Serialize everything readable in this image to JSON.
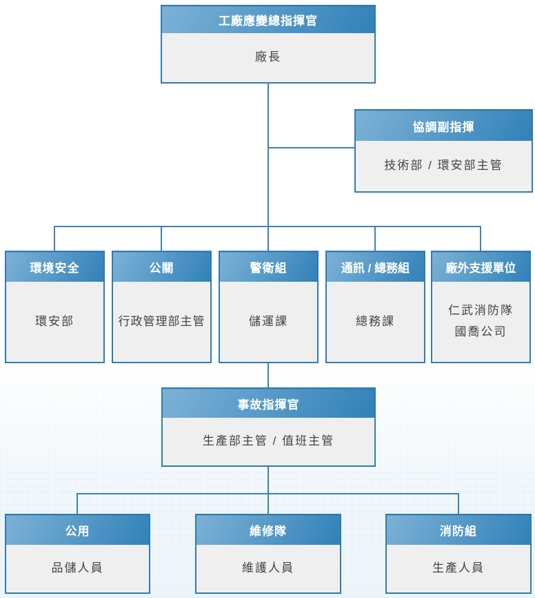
{
  "colors": {
    "line_blue": "#3a82b7",
    "box_border_blue": "#2e7cb2",
    "header_gradient_start": "#7db1d6",
    "header_gradient_end": "#3181b9",
    "header_text": "#ffffff",
    "body_background": "#efefef",
    "body_text": "#444444",
    "page_background_top": "#ffffff",
    "page_background_bottom": "#eef5f9"
  },
  "org_chart": {
    "nodes": {
      "commander": {
        "title": "工廠應變總指揮官",
        "subtitle": "廠長"
      },
      "deputy": {
        "title": "協調副指揮",
        "subtitle": "技術部 / 環安部主管"
      },
      "env_safety": {
        "title": "環境安全",
        "subtitle": "環安部"
      },
      "public_relations": {
        "title": "公關",
        "subtitle": "行政管理部主管"
      },
      "guard": {
        "title": "警衛組",
        "subtitle": "儲運課"
      },
      "comms_general": {
        "title": "通訊 / 總務組",
        "subtitle": "總務課"
      },
      "external_support": {
        "title": "廠外支援單位",
        "subtitle_line1": "仁武消防隊",
        "subtitle_line2": "國喬公司"
      },
      "incident_commander": {
        "title": "事故指揮官",
        "subtitle": "生產部主管 / 值班主管"
      },
      "utility": {
        "title": "公用",
        "subtitle": "品儲人員"
      },
      "maintenance": {
        "title": "維修隊",
        "subtitle": "維護人員"
      },
      "fire": {
        "title": "消防組",
        "subtitle": "生產人員"
      }
    }
  }
}
